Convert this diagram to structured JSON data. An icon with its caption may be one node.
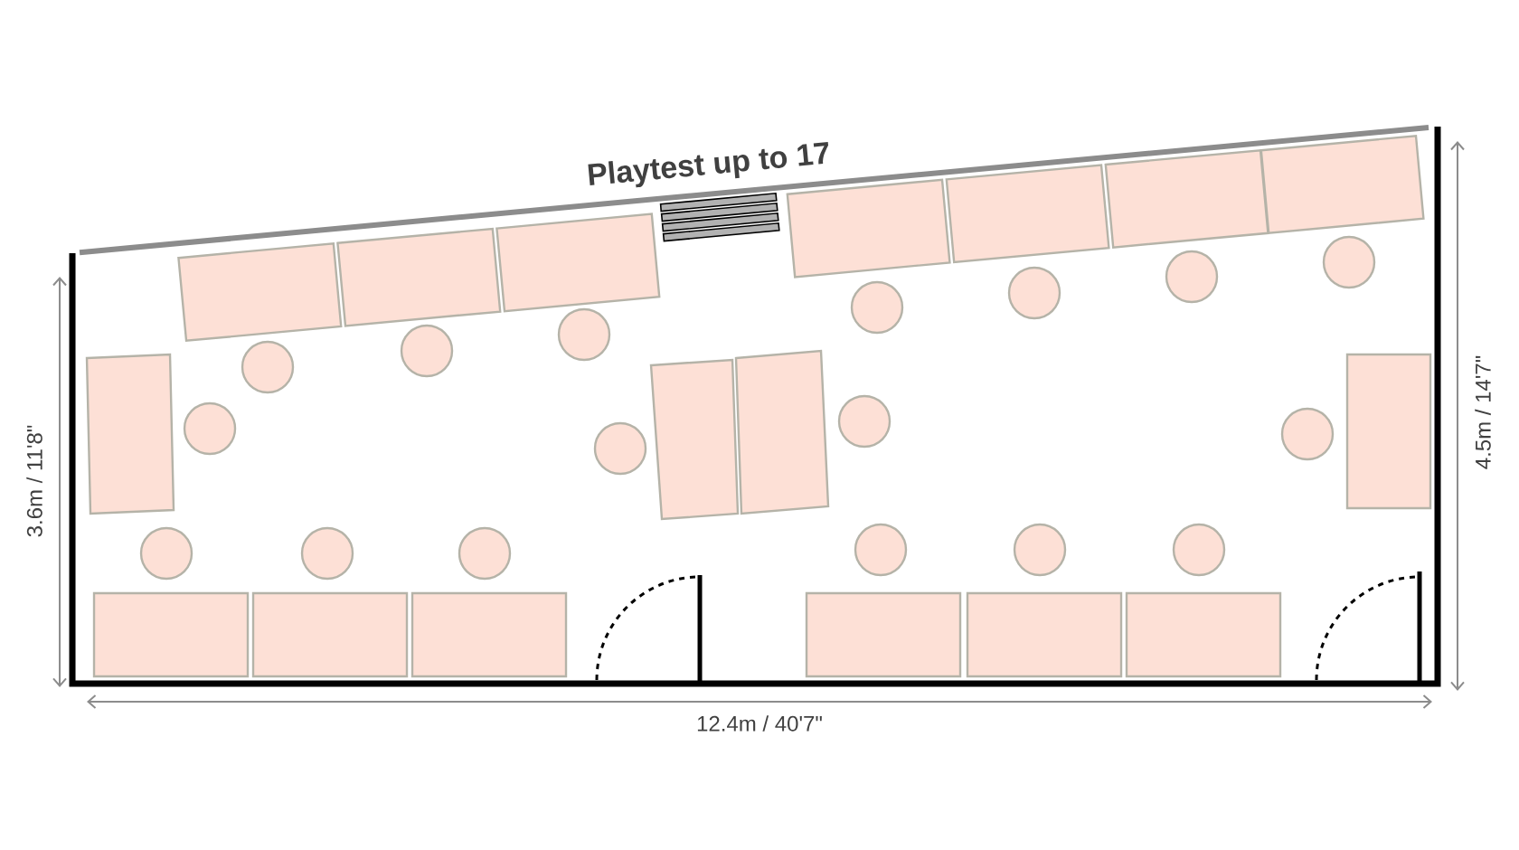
{
  "diagram": {
    "title": "Playtest up to 17",
    "labels": [
      "3.6m / 11'8\"",
      "4.5m / 14'7\"",
      "12.4m / 40'7\""
    ]
  }
}
